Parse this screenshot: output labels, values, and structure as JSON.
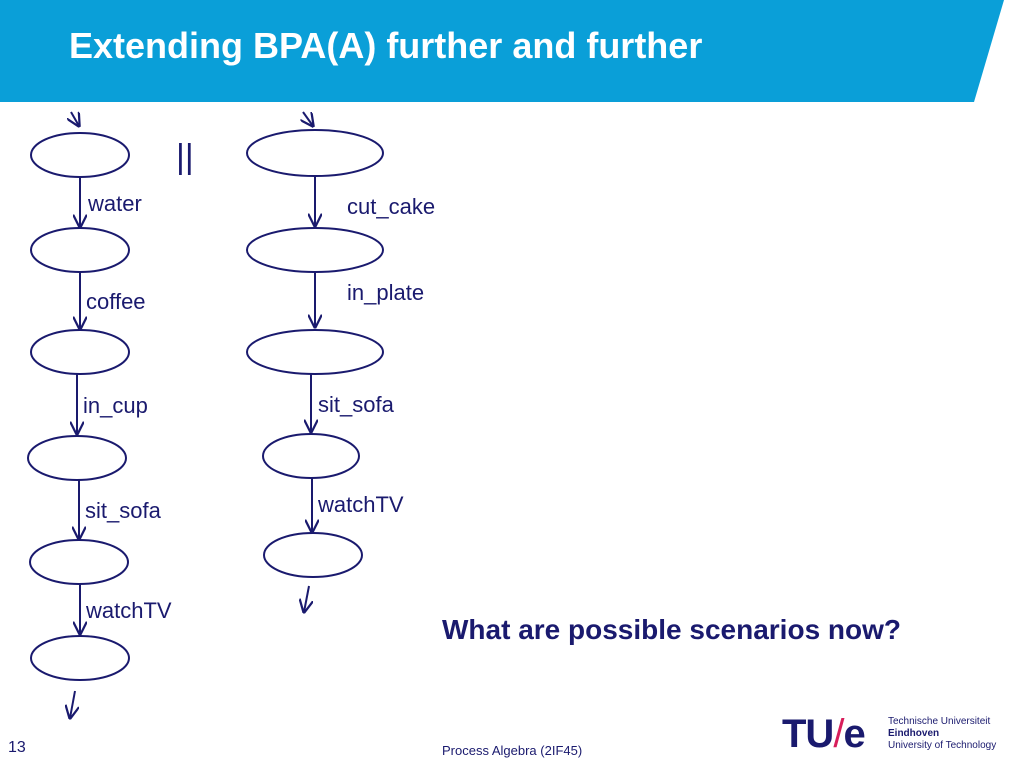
{
  "slide": {
    "title": "Extending BPA(A) further and further",
    "question": "What are possible scenarios now?",
    "page_number": "13",
    "footer": "Process Algebra (2IF45)",
    "parallel_operator": "||"
  },
  "left_process": {
    "actions": [
      "water",
      "coffee",
      "in_cup",
      "sit_sofa",
      "watchTV"
    ]
  },
  "right_process": {
    "actions": [
      "cut_cake",
      "in_plate",
      "sit_sofa",
      "watchTV"
    ]
  },
  "logo": {
    "mark_left": "TU",
    "mark_slash": "/",
    "mark_right": "e",
    "line1": "Technische Universiteit",
    "line2": "Eindhoven",
    "line3": "University of Technology"
  },
  "colors": {
    "banner": "#0a9fd8",
    "ink": "#1a1a6e",
    "accent": "#d81e5b"
  }
}
